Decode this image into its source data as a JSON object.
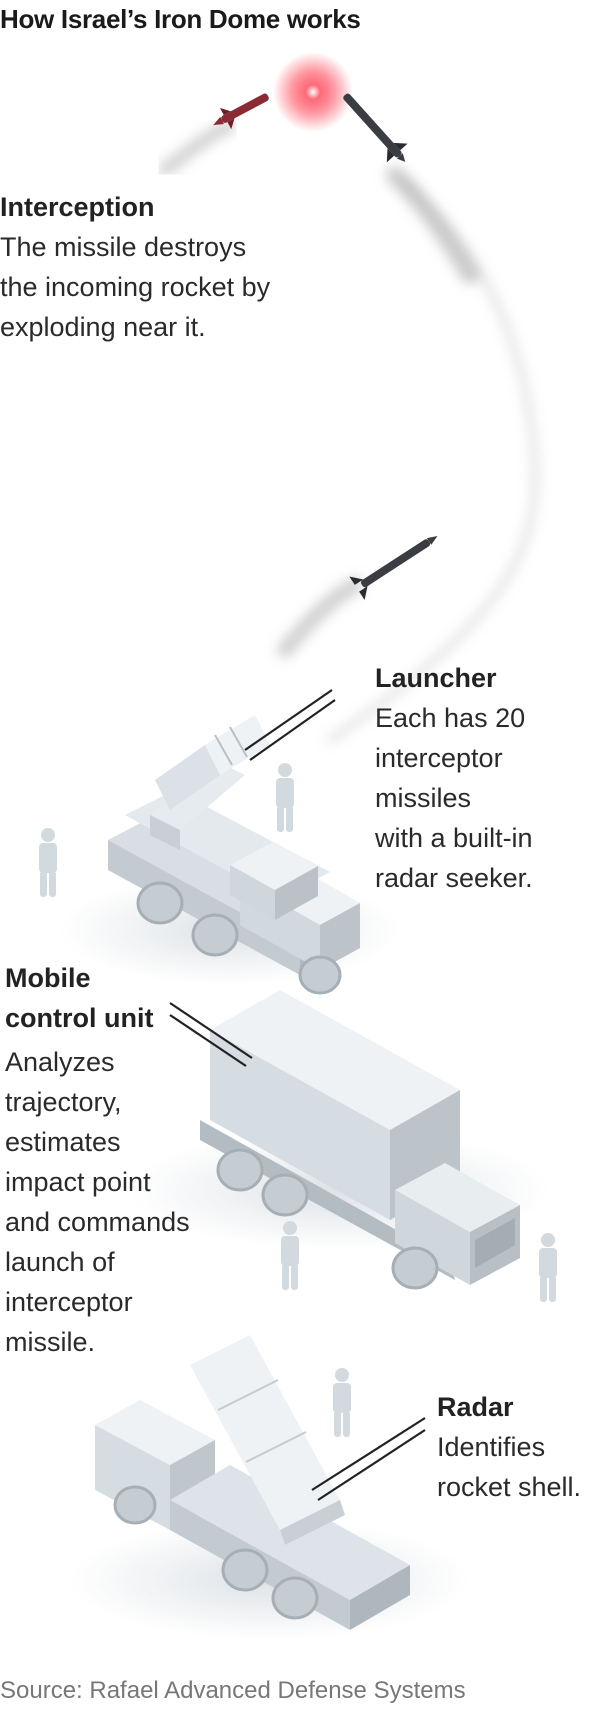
{
  "title": "How Israel’s Iron Dome works",
  "labels": {
    "interception": {
      "heading": "Interception",
      "text": "The missile destroys\nthe incoming rocket by\nexploding near it."
    },
    "launcher": {
      "heading": "Launcher",
      "text": "Each has 20\ninterceptor\nmissiles\nwith a built-in\nradar seeker."
    },
    "control_unit": {
      "heading": "Mobile\ncontrol unit",
      "text": "Analyzes\ntrajectory,\nestimates\nimpact point\nand commands\nlaunch of\ninterceptor\nmissile."
    },
    "radar": {
      "heading": "Radar",
      "text": "Identifies\nrocket shell."
    }
  },
  "source": "Source: Rafael Advanced Defense Systems",
  "colors": {
    "vehicle": "#e3e8ec",
    "vehicle_shade": "#c9d0d6",
    "vehicle_dark": "#aab3ba",
    "missile": "#3a3d42",
    "rocket": "#8a2a35",
    "explosion": "#ff4d5e",
    "leader_line": "#222222",
    "smoke": "#9a9a9a"
  }
}
